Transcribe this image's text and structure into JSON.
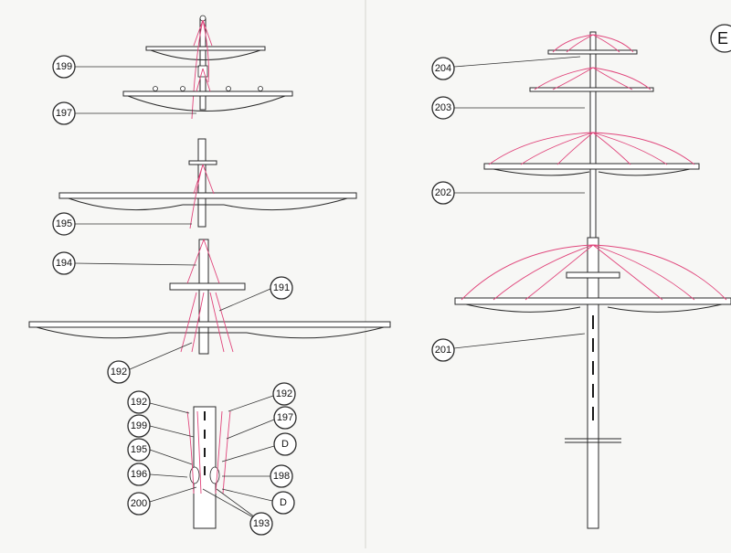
{
  "page_corner_label": "E",
  "callouts": {
    "c199": "199",
    "c197": "197",
    "c195": "195",
    "c194": "194",
    "c191": "191",
    "c192a": "192",
    "c204": "204",
    "c203": "203",
    "c202": "202",
    "c201": "201",
    "c192b": "192",
    "c192c": "192",
    "c199b": "199",
    "c197b": "197",
    "c195b": "195",
    "cDa": "D",
    "c196": "196",
    "c198": "198",
    "c200": "200",
    "cDb": "D",
    "c193": "193"
  },
  "colors": {
    "line_art": "#2a2a2a",
    "rigging": "#e0457b"
  }
}
